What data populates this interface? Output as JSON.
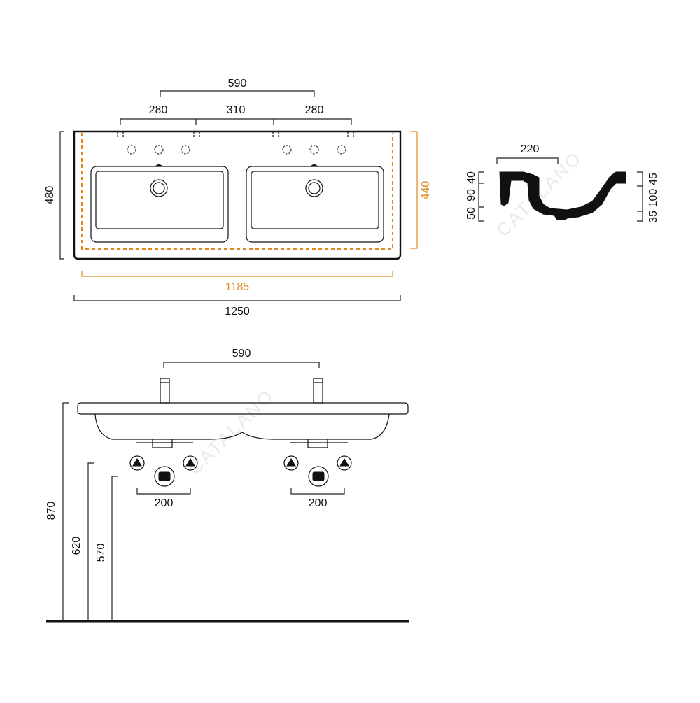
{
  "watermark": "CATALANO",
  "colors": {
    "accent": "#e08a1e",
    "line": "#111111"
  },
  "top_view": {
    "dim_faucets": "590",
    "dim_left": "280",
    "dim_middle": "310",
    "dim_right": "280",
    "dim_depth": "480",
    "dim_inner_depth": "440",
    "dim_inner_width": "1185",
    "dim_width": "1250"
  },
  "section_view": {
    "dim_top": "220",
    "left_dims": [
      "40",
      "90",
      "50"
    ],
    "right_dims": [
      "45",
      "100",
      "35"
    ]
  },
  "front_view": {
    "dim_faucets": "590",
    "dim_left_outlet": "200",
    "dim_right_outlet": "200",
    "height_total": "870",
    "height_620": "620",
    "height_570": "570"
  }
}
